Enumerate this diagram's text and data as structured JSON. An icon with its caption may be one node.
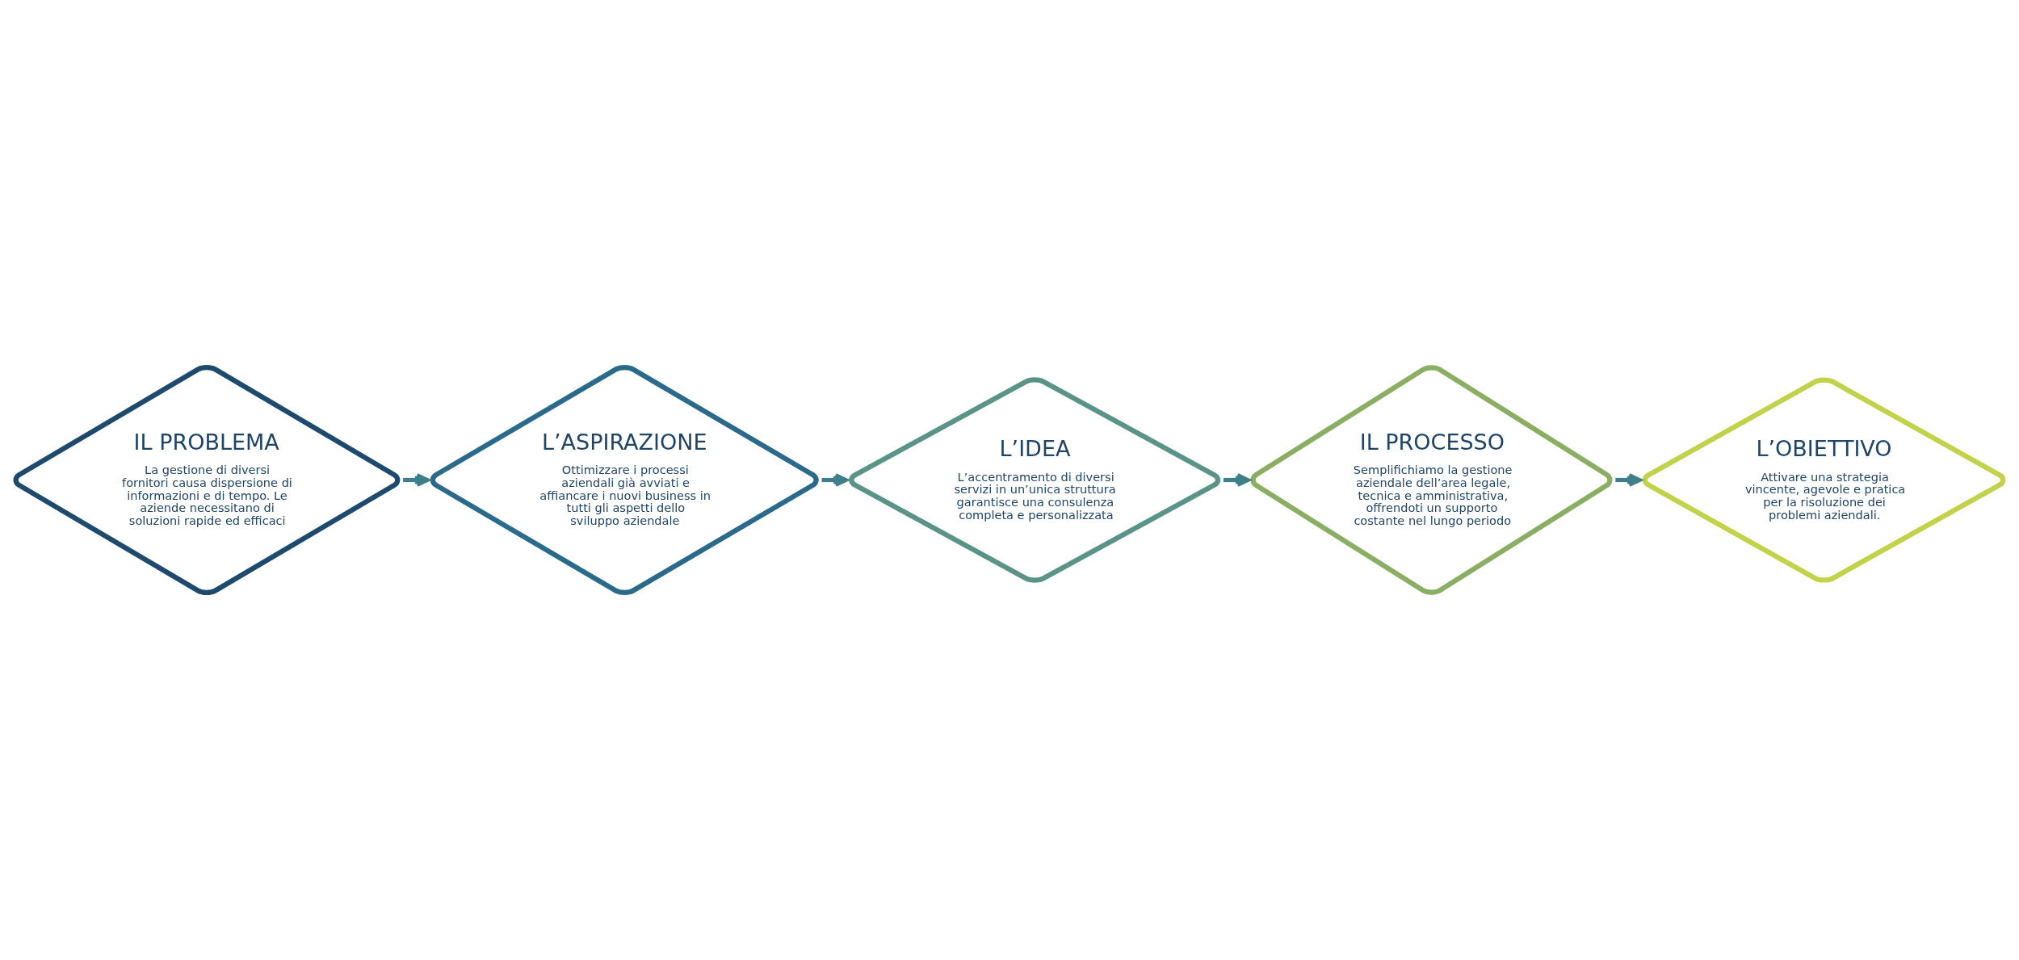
{
  "diagram": {
    "nodes": [
      {
        "text": [
          "IL PROBLEMA",
          "La gestione di diversi fornitori causa dispersione di informazioni e di tempo. Le aziende necessitano di soluzioni rapide ed efficaci"
        ]
      },
      {
        "text": [
          "L’ASPIRAZIONE",
          "Ottimizzare i processi aziendali già avviati e affiancare i nuovi business in tutti gli aspetti dello sviluppo aziendale"
        ]
      },
      {
        "text": [
          "L’IDEA",
          "L’accentramento di diversi servizi in un’unica struttura garantisce una consulenza completa e personalizzata"
        ]
      },
      {
        "text": [
          "IL PROCESSO",
          "Semplifichiamo la gestione aziendale dell’area legale, tecnica e amministrativa, offrendoti un supporto costante nel lungo periodo"
        ]
      },
      {
        "text": [
          "L’OBIETTIVO",
          "Attivare una strategia vincente, agevole e pratica per la risoluzione dei problemi aziendali."
        ]
      }
    ],
    "edges": [
      {
        "from": 0,
        "to": 1,
        "arrow": "to"
      },
      {
        "from": 1,
        "to": 2,
        "arrow": "to"
      },
      {
        "from": 2,
        "to": 3,
        "arrow": "to"
      },
      {
        "from": 3,
        "to": 4,
        "arrow": "to"
      }
    ]
  }
}
